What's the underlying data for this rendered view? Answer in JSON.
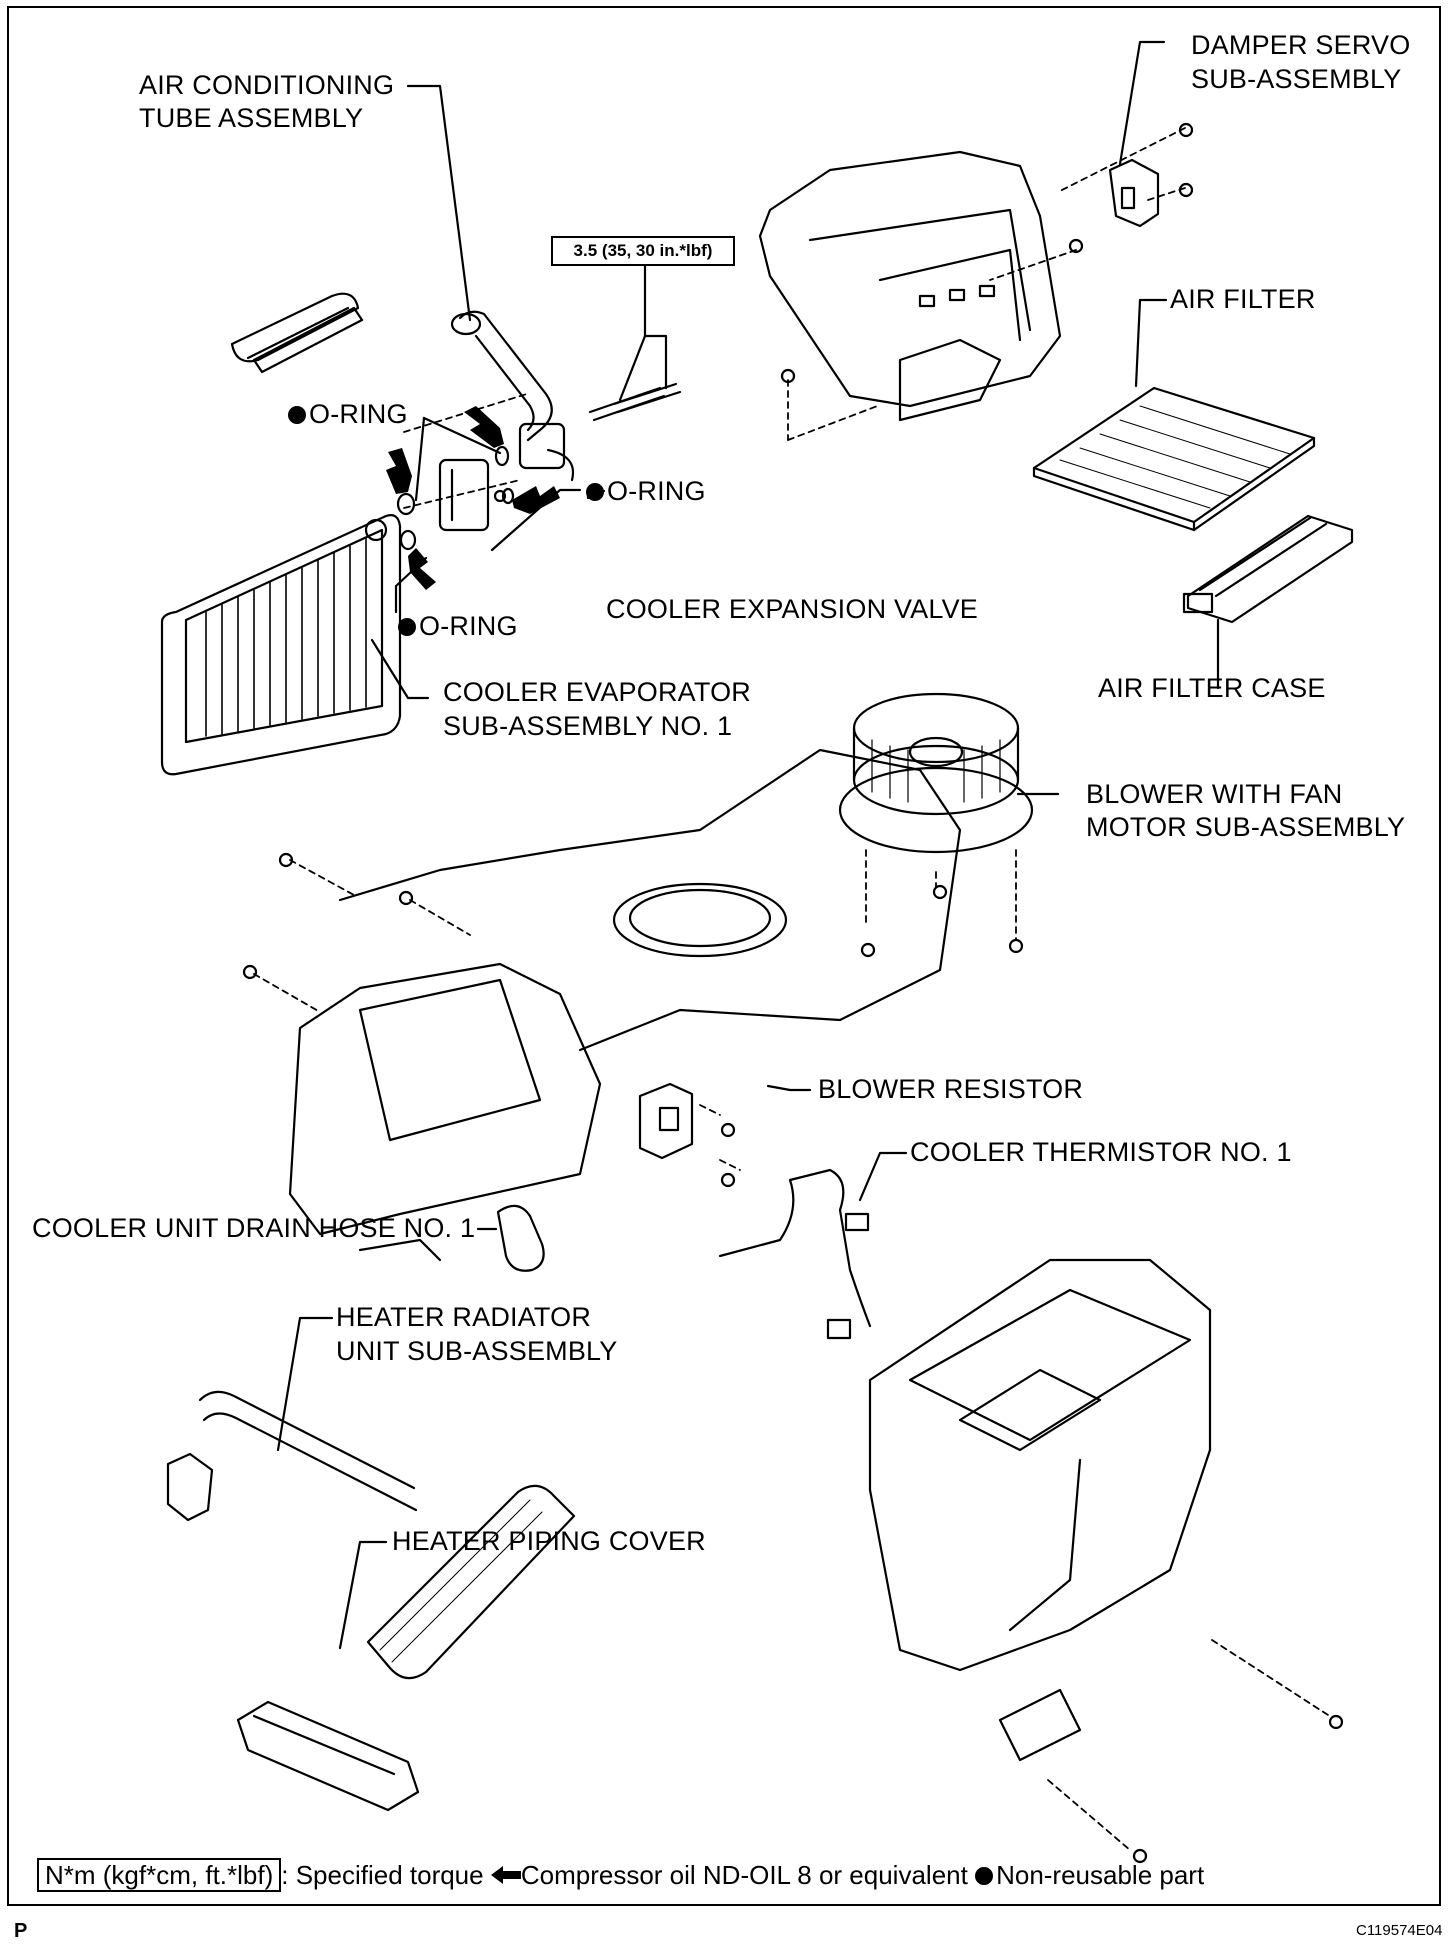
{
  "labels": {
    "air_conditioning_tube": [
      "AIR CONDITIONING",
      "TUBE ASSEMBLY"
    ],
    "damper_servo": [
      "DAMPER SERVO",
      "SUB-ASSEMBLY"
    ],
    "air_filter": "AIR FILTER",
    "air_filter_case": "AIR FILTER CASE",
    "o_ring_top": "O-RING",
    "o_ring_right": "O-RING",
    "o_ring_bottom": "O-RING",
    "cooler_expansion_valve": "COOLER EXPANSION VALVE",
    "cooler_evaporator": [
      "COOLER EVAPORATOR",
      "SUB-ASSEMBLY NO. 1"
    ],
    "blower_fan_motor": [
      "BLOWER WITH FAN",
      "MOTOR SUB-ASSEMBLY"
    ],
    "blower_resistor": "BLOWER RESISTOR",
    "cooler_thermistor": "COOLER THERMISTOR NO. 1",
    "drain_hose": "COOLER UNIT DRAIN HOSE NO. 1",
    "heater_radiator": [
      "HEATER RADIATOR",
      "UNIT SUB-ASSEMBLY"
    ],
    "heater_piping_cover": "HEATER PIPING COVER"
  },
  "torque_spec": "3.5 (35, 30 in.*lbf)",
  "legend": {
    "torque_box": "N*m (kgf*cm, ft.*lbf)",
    "torque_text": ": Specified torque",
    "oil_text": "Compressor oil ND-OIL 8 or equivalent",
    "nonreusable_text": "Non-reusable part"
  },
  "page_mark": "P",
  "figure_id": "C119574E04"
}
